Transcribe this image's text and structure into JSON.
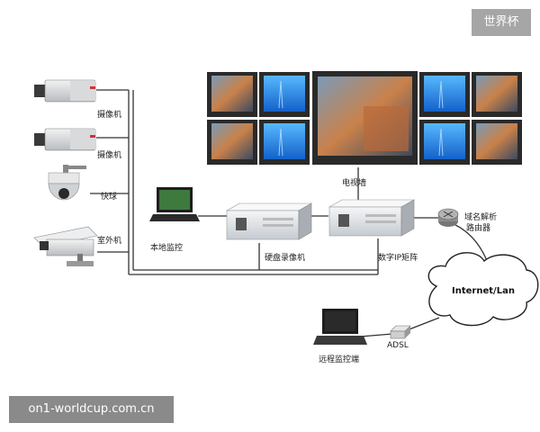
{
  "corner_tag": "世界杯",
  "watermark": "on1-worldcup.com.cn",
  "cameras": [
    {
      "label": "摄像机",
      "icon": "box-camera-icon"
    },
    {
      "label": "摄像机",
      "icon": "box-camera-icon"
    },
    {
      "label": "快球",
      "icon": "dome-camera-icon"
    },
    {
      "label": "室外机",
      "icon": "outdoor-camera-icon"
    }
  ],
  "video_wall": {
    "label": "电视墙"
  },
  "local_monitor": {
    "label": "本地监控",
    "icon": "laptop-icon"
  },
  "dvr": {
    "label": "硬盘录像机",
    "icon": "server-icon"
  },
  "ip_matrix": {
    "label": "数字IP矩阵",
    "icon": "server-icon"
  },
  "router": {
    "label_line1": "域名解析",
    "label_line2": "路由器",
    "icon": "router-icon"
  },
  "internet": {
    "label": "Internet/Lan",
    "icon": "cloud-icon"
  },
  "adsl": {
    "label": "ADSL",
    "icon": "modem-icon"
  },
  "remote": {
    "label": "远程监控端",
    "icon": "laptop-icon"
  },
  "colors": {
    "line": "#333333",
    "screen_blue": "#1f7de0",
    "device": "#e4e7ea"
  }
}
